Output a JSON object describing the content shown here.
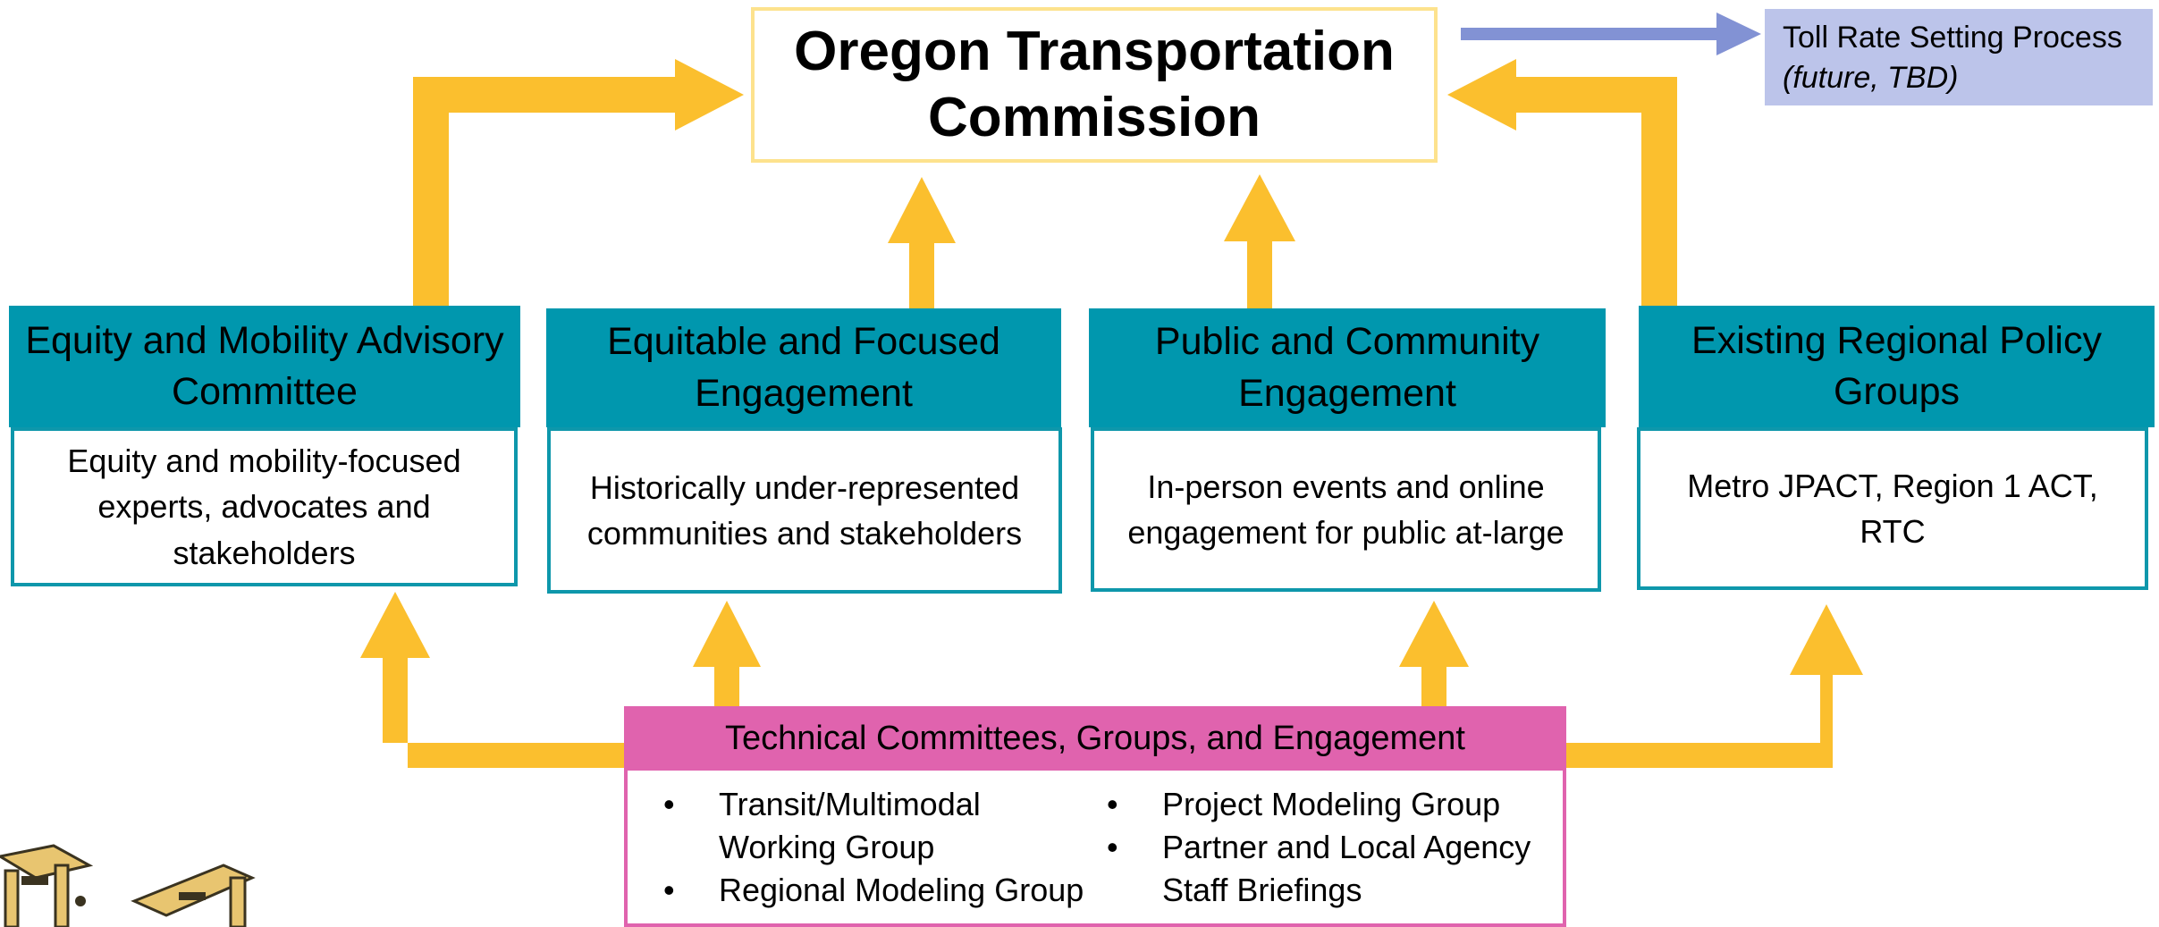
{
  "colors": {
    "arrow": "#fbbf2e",
    "blue_arrow": "#8292d4",
    "teal": "#0097ae",
    "teal_border": "#0e97ab",
    "pink": "#e063ae",
    "toll_bg": "#bcc4ea",
    "otc_border": "#fde28d"
  },
  "commission": {
    "title": "Oregon Transportation Commission"
  },
  "toll": {
    "title": "Toll Rate Setting Process",
    "subtitle": "(future, TBD)"
  },
  "groups": [
    {
      "header": "Equity and Mobility Advisory Committee",
      "body": "Equity and mobility-focused experts, advocates and stakeholders"
    },
    {
      "header": "Equitable and Focused Engagement",
      "body": "Historically under-represented communities and stakeholders"
    },
    {
      "header": "Public and Community Engagement",
      "body": "In-person events and online engagement for public at-large"
    },
    {
      "header": "Existing Regional Policy Groups",
      "body": "Metro JPACT, Region 1 ACT, RTC"
    }
  ],
  "technical": {
    "header": "Technical Committees, Groups, and Engagement",
    "bullet": "•",
    "col1": [
      "Transit/Multimodal Working Group",
      "Regional Modeling Group"
    ],
    "col2": [
      "Project Modeling Group",
      "Partner and Local Agency Staff Briefings"
    ]
  }
}
